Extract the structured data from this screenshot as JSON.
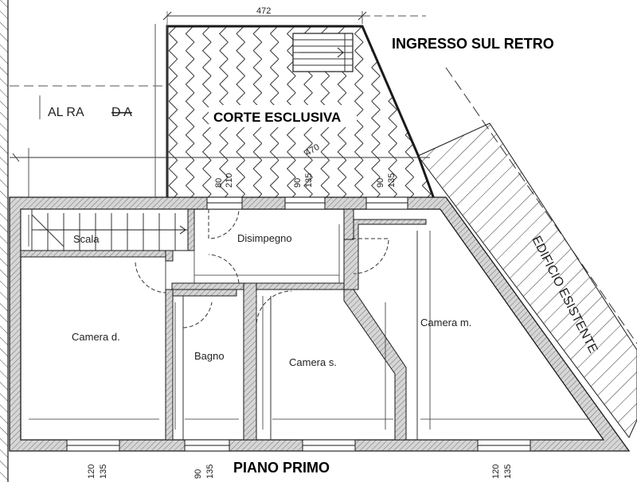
{
  "title": "PIANO PRIMO",
  "labels": {
    "courtyard": "CORTE ESCLUSIVA",
    "rear_entrance": "INGRESSO SUL RETRO",
    "existing_building": "EDIFICIO ESISTENTE",
    "neighbor_height": "AL RA",
    "neighbor_height_crossed": "D A"
  },
  "rooms": {
    "stair": "Scala",
    "hall": "Disimpegno",
    "double_bedroom": "Camera d.",
    "bathroom": "Bagno",
    "single_bedroom": "Camera s.",
    "master_bedroom": "Camera m."
  },
  "dimensions": {
    "top_width": "472",
    "court_width": "470",
    "top_windows": [
      {
        "width": "80",
        "height": "210"
      },
      {
        "width": "90",
        "height": "135"
      },
      {
        "width": "90",
        "height": "135"
      }
    ],
    "bottom_windows": [
      {
        "width": "120",
        "height": "135"
      },
      {
        "width": "90",
        "height": "135"
      },
      {
        "width": "120",
        "height": "135"
      }
    ]
  },
  "colors": {
    "wall_fill": "#d0d0d0",
    "line": "#1a1a1a",
    "hatch": "#333333"
  }
}
